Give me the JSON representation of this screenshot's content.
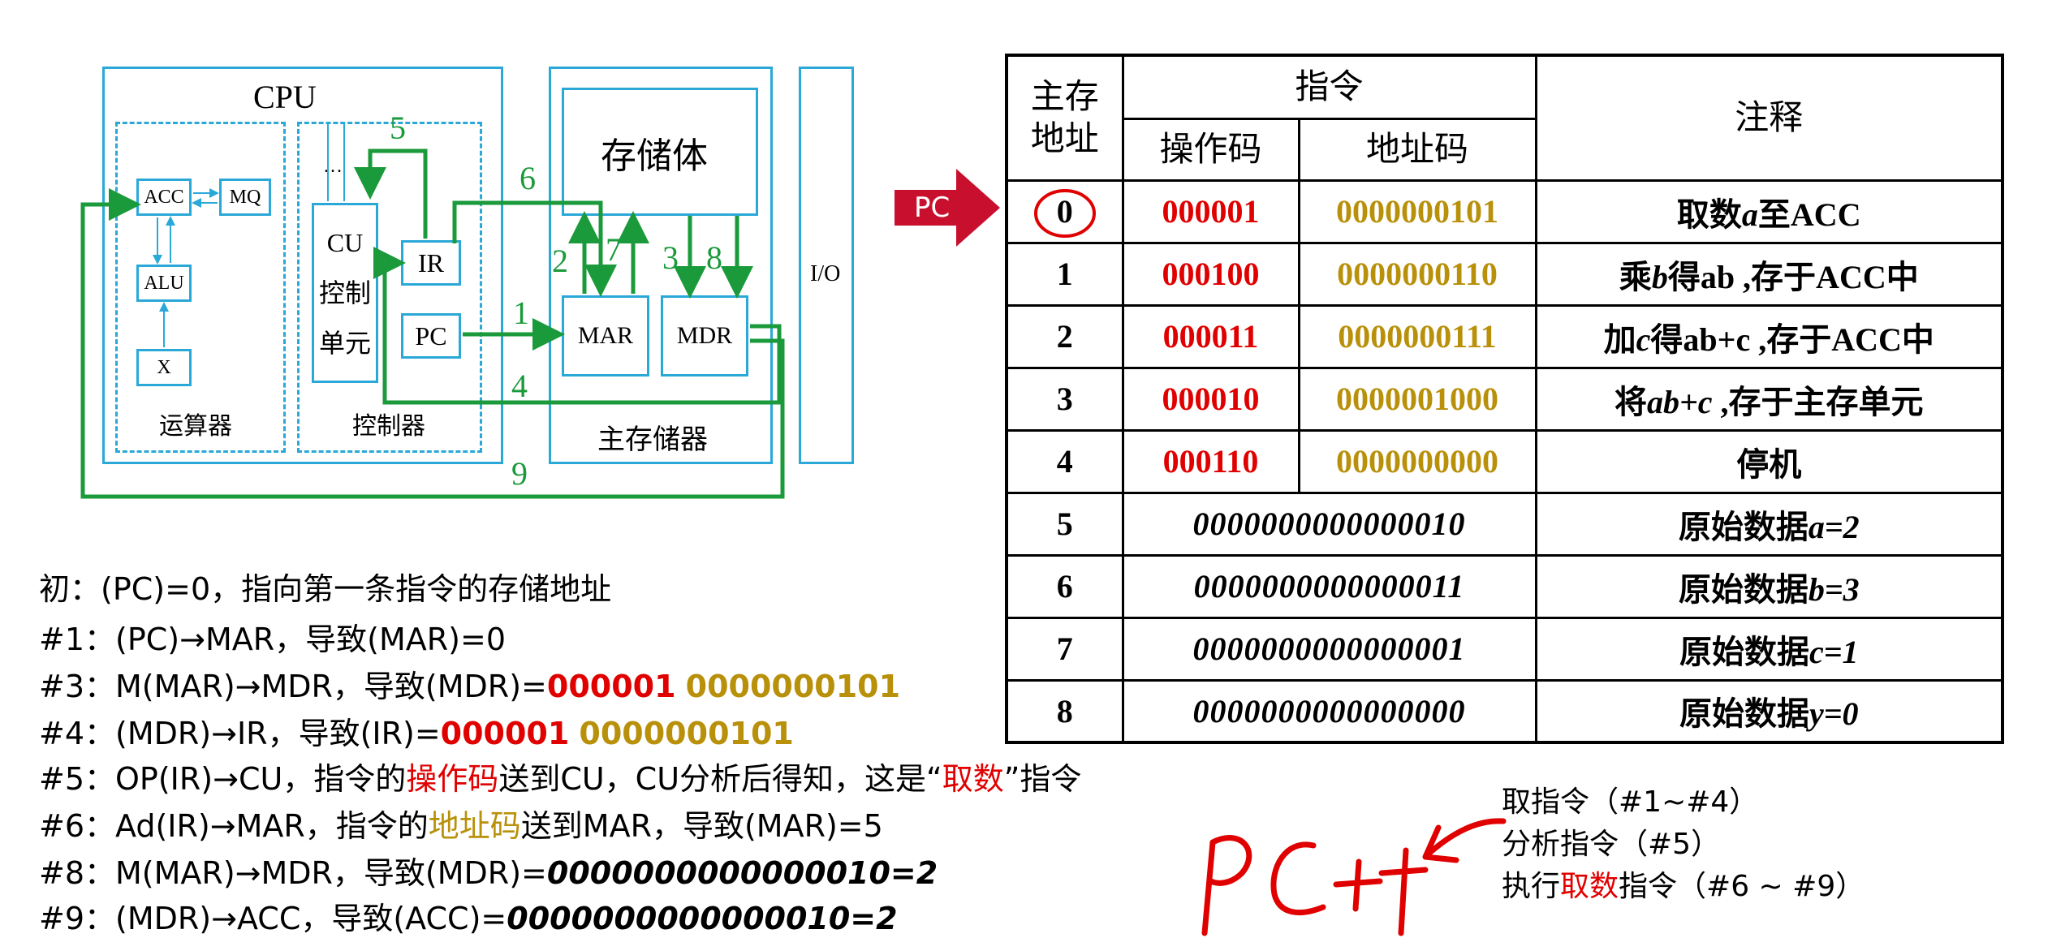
{
  "diagram": {
    "cpu_title": "CPU",
    "alu_group_label": "运算器",
    "ctrl_group_label": "控制器",
    "memory_label": "主存储器",
    "storage_body": "存储体",
    "io_label": "I/O",
    "registers": {
      "acc": "ACC",
      "mq": "MQ",
      "alu": "ALU",
      "x": "X",
      "ir": "IR",
      "pc": "PC",
      "mar": "MAR",
      "mdr": "MDR",
      "cu_line1": "CU",
      "cu_line2": "控制",
      "cu_line3": "单元",
      "cu_dots": "…"
    },
    "path_numbers": [
      "1",
      "2",
      "3",
      "4",
      "5",
      "6",
      "7",
      "8",
      "9"
    ],
    "pc_pointer": "PC"
  },
  "table": {
    "headers": {
      "address": "主存地址",
      "address_l1": "主存",
      "address_l2": "地址",
      "instruction": "指令",
      "opcode": "操作码",
      "addr_code": "地址码",
      "comment": "注释"
    },
    "rows": [
      {
        "addr": "0",
        "op": "000001",
        "ad": "0000000101",
        "c_pre": "取数",
        "c_it": "a",
        "c_b": "至ACC",
        "c_post": ""
      },
      {
        "addr": "1",
        "op": "000100",
        "ad": "0000000110",
        "c_pre": "乘",
        "c_it": "b",
        "c_b": "得",
        "c_post": "ab ,存于ACC中"
      },
      {
        "addr": "2",
        "op": "000011",
        "ad": "0000000111",
        "c_pre": "加",
        "c_it": "c",
        "c_b": "得",
        "c_post": "ab+c  ,存于ACC中"
      },
      {
        "addr": "3",
        "op": "000010",
        "ad": "0000001000",
        "c_pre": "将",
        "c_it": "ab+c",
        "c_b": " ,存于主存单元",
        "c_post": ""
      },
      {
        "addr": "4",
        "op": "000110",
        "ad": "0000000000",
        "c_pre": "停机",
        "c_it": "",
        "c_b": "",
        "c_post": ""
      }
    ],
    "data_rows": [
      {
        "addr": "5",
        "word": "0000000000000010",
        "c_pre": "原始数据",
        "c_it": "a=2"
      },
      {
        "addr": "6",
        "word": "0000000000000011",
        "c_pre": "原始数据",
        "c_it": "b=3"
      },
      {
        "addr": "7",
        "word": "0000000000000001",
        "c_pre": "原始数据",
        "c_it": "c=1"
      },
      {
        "addr": "8",
        "word": "0000000000000000",
        "c_pre": "原始数据",
        "c_it": "y=0"
      }
    ]
  },
  "steps": {
    "s0": "初：(PC)=0，指向第一条指令的存储地址",
    "s1": "#1：(PC)→MAR，导致(MAR)=0",
    "s3_pre": "#3：M(MAR)→MDR，导致(MDR)=",
    "s3_op": "000001",
    "s3_ad": "0000000101",
    "s4_pre": "#4：(MDR)→IR，导致(IR)=",
    "s4_op": "000001",
    "s4_ad": "0000000101",
    "s5_a": "#5：OP(IR)→CU，指令的",
    "s5_b": "操作码",
    "s5_c": "送到CU，CU分析后得知，这是“",
    "s5_d": "取数",
    "s5_e": "”指令",
    "s6_a": "#6：Ad(IR)→MAR，指令的",
    "s6_b": "地址码",
    "s6_c": "送到MAR，导致(MAR)=5",
    "s8_pre": "#8：M(MAR)→MDR，导致(MDR)=",
    "s8_val": "0000000000000010=2",
    "s9_pre": "#9：(MDR)→ACC，导致(ACC)=",
    "s9_val": "0000000000000010=2"
  },
  "legend": {
    "l1": "取指令（#1~#4）",
    "l2": "分析指令（#5）",
    "l3_a": "执行",
    "l3_b": "取数",
    "l3_c": "指令（#6 ~ #9）",
    "handwriting": "PC++"
  },
  "colors": {
    "green": "#1a9a3a",
    "blue": "#2aa8d8",
    "red": "#e00000",
    "gold": "#b8900a",
    "pc_arrow": "#c8102e"
  }
}
